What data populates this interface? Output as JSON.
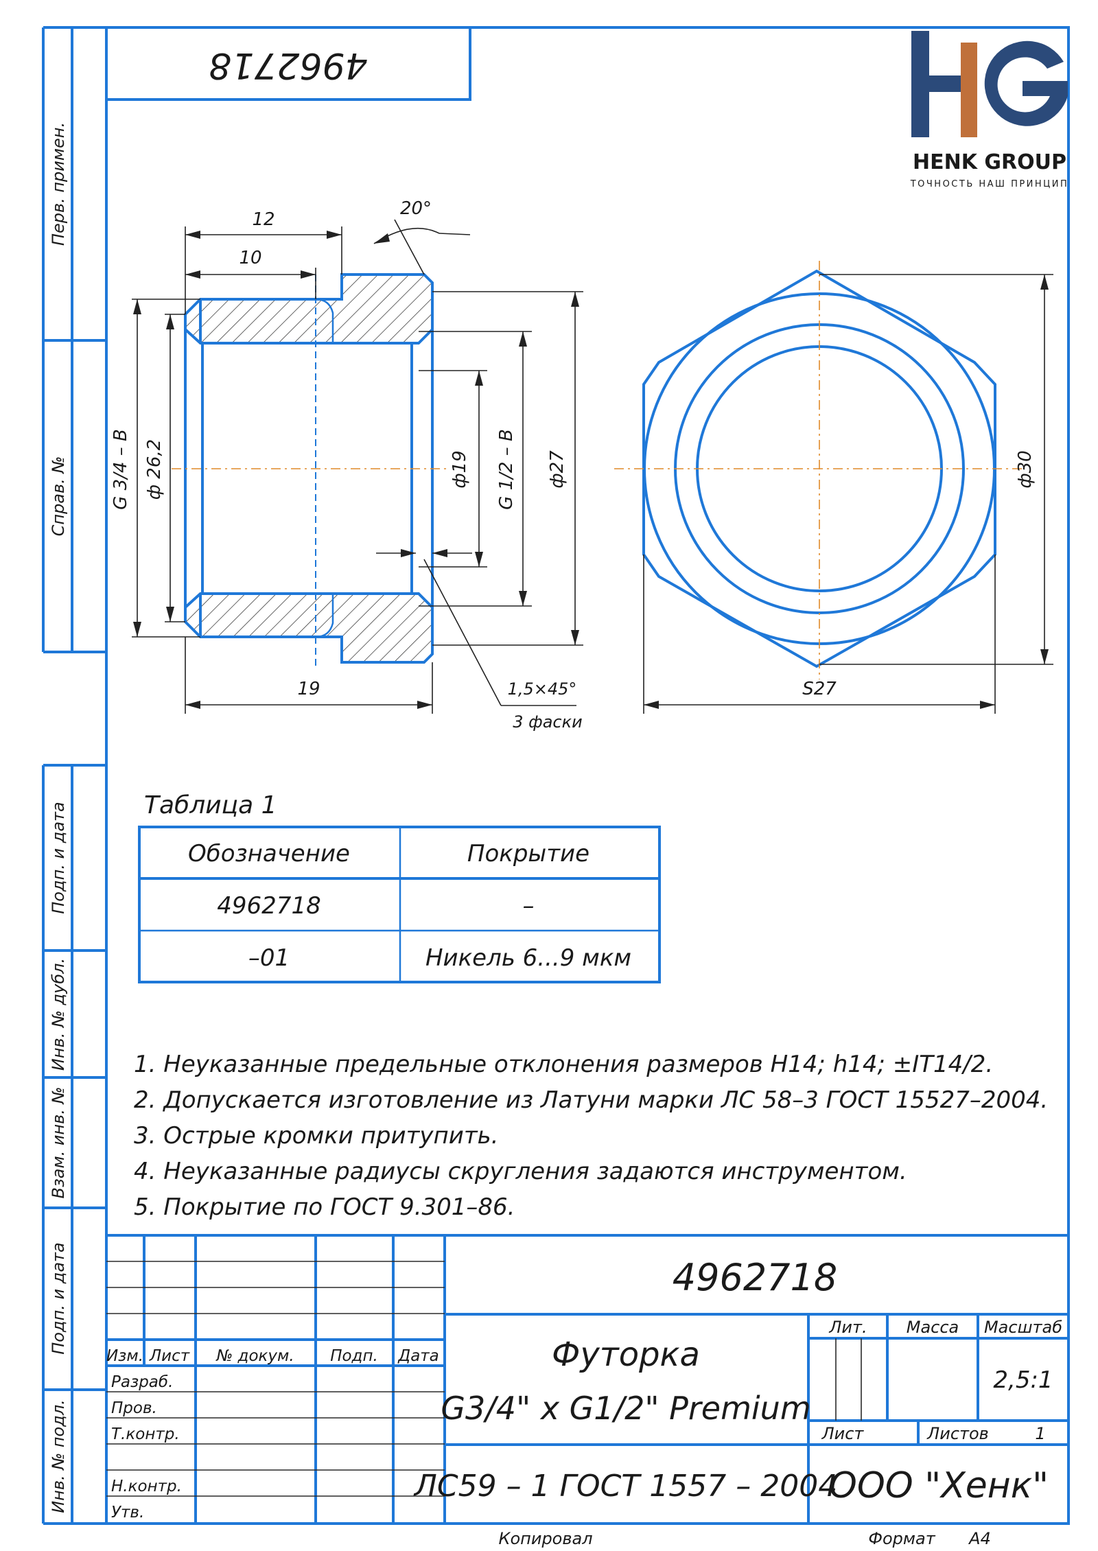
{
  "doc_number_rotated": "4962718",
  "logo": {
    "letters": "HG",
    "company": "HENK GROUP",
    "slogan": "ТОЧНОСТЬ НАШ ПРИНЦИП",
    "colors": {
      "navy": "#2b4a7a",
      "copper": "#c0703a"
    }
  },
  "side_labels": [
    "Перв. примен.",
    "Справ. №",
    "Подп. и дата",
    "Инв. № дубл.",
    "Взам. инв. №",
    "Подп. и дата",
    "Инв. № подл."
  ],
  "dimensions": {
    "len12": "12",
    "len10": "10",
    "angle": "20°",
    "len19": "19",
    "thread_big": "G 3/4 – B",
    "dia262": "ф 26,2",
    "dia19": "ф19",
    "thread_small": "G 1/2 – B",
    "dia27": "ф27",
    "chamfer": "1,5×45°",
    "chamfer_note": "3 фаски",
    "dia30": "ф30",
    "hex": "S27"
  },
  "table": {
    "caption": "Таблица 1",
    "headers": [
      "Обозначение",
      "Покрытие"
    ],
    "rows": [
      [
        "4962718",
        "–"
      ],
      [
        "–01",
        "Никель 6...9 мкм"
      ]
    ]
  },
  "notes": [
    "1. Неуказанные предельные отклонения размеров H14; h14; ±IT14/2.",
    "2. Допускается изготовление из Латуни марки ЛС 58–3 ГОСТ 15527–2004.",
    "3. Острые кромки притупить.",
    "4. Неуказанные радиусы скругления задаются инструментом.",
    "5. Покрытие по ГОСТ 9.301–86."
  ],
  "title_block": {
    "designation": "4962718",
    "name_line1": "Футорка",
    "name_line2": "G3/4\" x G1/2\" Premium",
    "material": "ЛС59 – 1 ГОСТ 1557 – 2004",
    "company": "ООО \"Хенк\"",
    "lit_label": "Лит.",
    "mass_label": "Масса",
    "scale_label": "Масштаб",
    "scale": "2,5:1",
    "sheet_label": "Лист",
    "sheets_label": "Листов",
    "sheets_count": "1",
    "col_headers": [
      "Изм.",
      "Лист",
      "№ докум.",
      "Подп.",
      "Дата"
    ],
    "roles": [
      "Разраб.",
      "Пров.",
      "Т.контр.",
      "",
      "Н.контр.",
      "Утв."
    ],
    "copied": "Копировал",
    "format_label": "Формат",
    "format": "А4"
  }
}
